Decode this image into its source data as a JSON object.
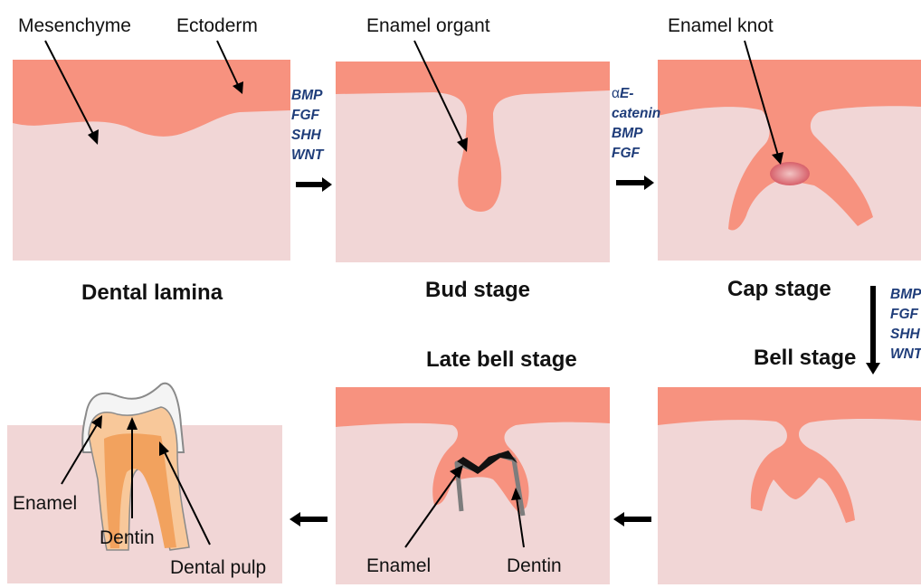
{
  "top_labels": {
    "mesenchyme": "Mesenchyme",
    "ectoderm": "Ectoderm",
    "enamel_organ": "Enamel organt",
    "enamel_knot": "Enamel knot"
  },
  "stage_titles": {
    "dental_lamina": "Dental lamina",
    "bud": "Bud stage",
    "cap": "Cap stage",
    "bell": "Bell stage",
    "late_bell": "Late bell stage"
  },
  "signals": {
    "lamina_to_bud": [
      "BMP",
      "FGF",
      "SHH",
      "WNT"
    ],
    "bud_to_cap_prefix": "α",
    "bud_to_cap_first": "E-",
    "bud_to_cap_rest": [
      "catenin",
      "BMP",
      "FGF"
    ],
    "cap_to_bell": [
      "BMP",
      "FGF",
      "SHH",
      "WNT"
    ]
  },
  "late_bell_labels": {
    "enamel": "Enamel",
    "dentin": "Dentin"
  },
  "tooth_labels": {
    "enamel": "Enamel",
    "dentin": "Dentin",
    "pulp": "Dental pulp"
  },
  "colors": {
    "mesenchyme": "#f1d6d6",
    "ectoderm": "#f7927f",
    "signal_text": "#1f3d7a",
    "enamel_knot": "#d7606a",
    "enamel_layer": "#f4f4f4",
    "dentin_layer": "#f8c89a",
    "pulp": "#f2a25e"
  }
}
